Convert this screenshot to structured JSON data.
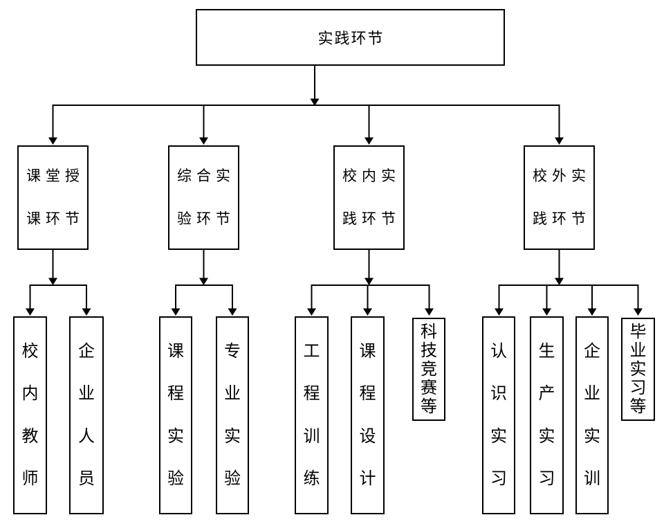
{
  "colors": {
    "background": "#ffffff",
    "line": "#000000",
    "box_border": "#000000",
    "text": "#000000"
  },
  "diagram": {
    "root": {
      "label": "实践环节"
    },
    "branches": [
      {
        "label": "课堂授课环节",
        "lines": [
          "课堂授",
          "课环节"
        ],
        "children": [
          {
            "label": "校内教师"
          },
          {
            "label": "企业人员"
          }
        ]
      },
      {
        "label": "综合实验环节",
        "lines": [
          "综合实",
          "验环节"
        ],
        "children": [
          {
            "label": "课程实验"
          },
          {
            "label": "专业实验"
          }
        ]
      },
      {
        "label": "校内实践环节",
        "lines": [
          "校内实",
          "践环节"
        ],
        "children": [
          {
            "label": "工程训练"
          },
          {
            "label": "课程设计"
          },
          {
            "label": "科技竞赛等"
          }
        ]
      },
      {
        "label": "校外实践环节",
        "lines": [
          "校外实",
          "践环节"
        ],
        "children": [
          {
            "label": "认识实习"
          },
          {
            "label": "生产实习"
          },
          {
            "label": "企业实训"
          },
          {
            "label": "毕业实习等"
          }
        ]
      }
    ]
  }
}
